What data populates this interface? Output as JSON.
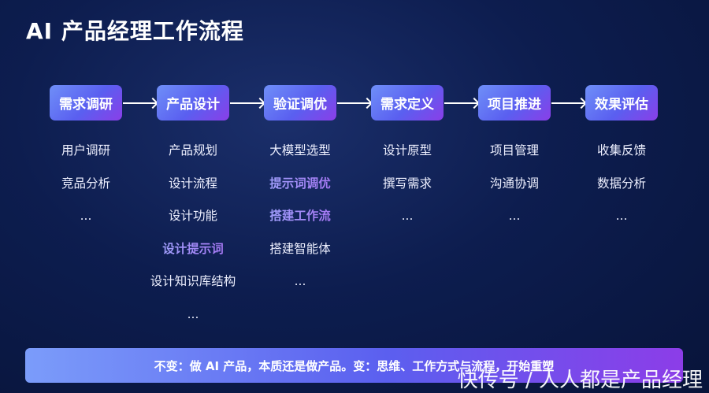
{
  "title": "AI 产品经理工作流程",
  "steps": [
    {
      "label": "需求调研",
      "items": [
        "用户调研",
        "竞品分析",
        "..."
      ],
      "highlight": []
    },
    {
      "label": "产品设计",
      "items": [
        "产品规划",
        "设计流程",
        "设计功能",
        "设计提示词",
        "设计知识库结构",
        "..."
      ],
      "highlight": [
        3
      ]
    },
    {
      "label": "验证调优",
      "items": [
        "大模型选型",
        "提示词调优",
        "搭建工作流",
        "搭建智能体",
        "..."
      ],
      "highlight": [
        1,
        2
      ]
    },
    {
      "label": "需求定义",
      "items": [
        "设计原型",
        "撰写需求",
        "..."
      ],
      "highlight": []
    },
    {
      "label": "项目推进",
      "items": [
        "项目管理",
        "沟通协调",
        "..."
      ],
      "highlight": []
    },
    {
      "label": "效果评估",
      "items": [
        "收集反馈",
        "数据分析",
        "..."
      ],
      "highlight": []
    }
  ],
  "banner": "不变：做 AI 产品，本质还是做产品。变：思维、工作方式与流程，开始重塑",
  "watermark": "快传号 / 人人都是产品经理"
}
